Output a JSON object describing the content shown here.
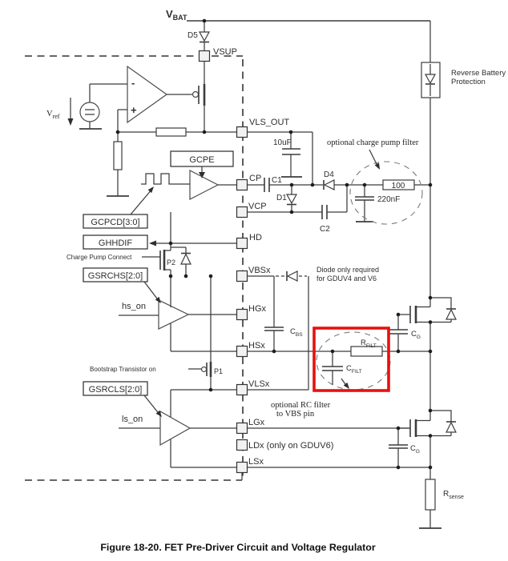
{
  "figure": {
    "caption": "Figure 18-20. FET Pre-Driver Circuit and Voltage Regulator"
  },
  "pins": {
    "vsup": "VSUP",
    "vls_out": "VLS_OUT",
    "cp": "CP",
    "vcp": "VCP",
    "hd": "HD",
    "vbsx": "VBSx",
    "hgx": "HGx",
    "hsx": "HSx",
    "vlsx": "VLSx",
    "lgx": "LGx",
    "ldx": "LDx (only on GDUV6)",
    "lsx": "LSx"
  },
  "registers": {
    "gcpe": "GCPE",
    "gcpcd": "GCPCD[3:0]",
    "ghhdif": "GHHDIF",
    "gsrchs": "GSRCHS[2:0]",
    "gsrcls": "GSRCLS[2:0]"
  },
  "signals": {
    "hs_on": "hs_on",
    "ls_on": "ls_on",
    "charge_pump_connect": "Charge Pump Connect",
    "bootstrap_on": "Bootstrap Transistor on"
  },
  "opamp": {
    "minus": "-",
    "plus": "+"
  },
  "components": {
    "vbat": {
      "base": "V",
      "sub": "BAT"
    },
    "vref": {
      "base": "V",
      "sub": "ref"
    },
    "d5": "D5",
    "d4": "D4",
    "d1": "D1",
    "c1": "C1",
    "c2": "C2",
    "p1": "P1",
    "p2": "P2",
    "bulk_cap": "10uF",
    "pump_filter_res": "100",
    "pump_filter_cap": "220nF",
    "cbs": {
      "base": "C",
      "sub": "BS"
    },
    "cg_high": {
      "base": "C",
      "sub": "G"
    },
    "cg_low": {
      "base": "C",
      "sub": "G"
    },
    "rfilt": {
      "base": "R",
      "sub": "FILT"
    },
    "cfilt": {
      "base": "C",
      "sub": "FILT"
    },
    "rsense": {
      "base": "R",
      "sub": "sense"
    }
  },
  "annotations": {
    "charge_pump_filter": "optional charge pump filter",
    "rc_filter_line1": "optional RC filter",
    "rc_filter_line2": "to VBS pin",
    "diode_note_line1": "Diode only required",
    "diode_note_line2": "for GDUV4 and V6",
    "reverse_battery_line1": "Reverse Battery",
    "reverse_battery_line2": "Protection"
  },
  "colors": {
    "highlight_box": "#e8100c",
    "wire": "#3c3c3c"
  }
}
